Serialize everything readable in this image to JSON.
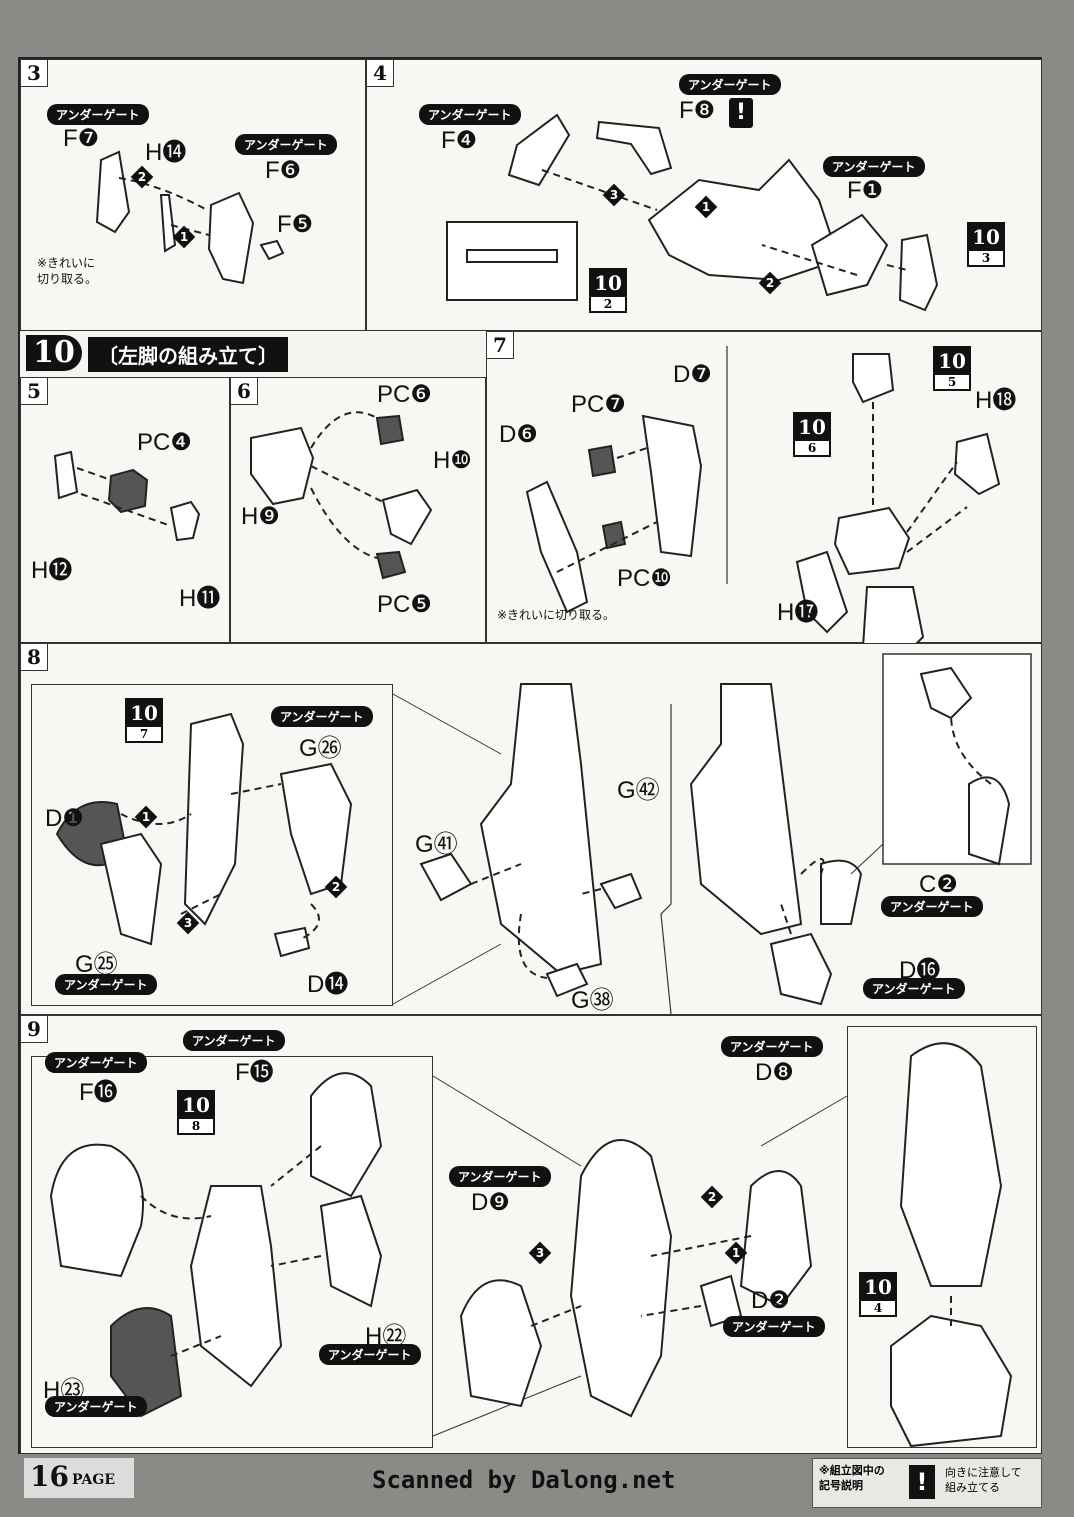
{
  "gate_label": "アンダーゲート",
  "section10": {
    "number": "10",
    "title": "〔左脚の組み立て〕"
  },
  "step3": {
    "num": "3",
    "parts": [
      "F❼",
      "H⓮",
      "F❻",
      "F❺"
    ],
    "note": "※きれいに\n切り取る。"
  },
  "step4": {
    "num": "4",
    "parts": [
      "F❽",
      "F❹",
      "F❶"
    ],
    "ref_a": {
      "top": "10",
      "bottom": "2"
    },
    "ref_b": {
      "top": "10",
      "bottom": "3"
    }
  },
  "step5": {
    "num": "5",
    "parts": [
      "PC❹",
      "H⓬",
      "H⓫"
    ]
  },
  "step6": {
    "num": "6",
    "parts": [
      "PC❻",
      "H❿",
      "H❾",
      "PC❺"
    ]
  },
  "step7": {
    "num": "7",
    "parts": [
      "PC❼",
      "D❼",
      "D❻",
      "PC❿",
      "H⓲",
      "H⓱"
    ],
    "note": "※きれいに切り取る。",
    "ref_a": {
      "top": "10",
      "bottom": "5"
    },
    "ref_b": {
      "top": "10",
      "bottom": "6"
    }
  },
  "step8": {
    "num": "8",
    "parts": [
      "G㉖",
      "D❶",
      "G㉕",
      "D⓮",
      "G㊷",
      "G㊶",
      "G㊳",
      "C❷",
      "D⓰"
    ],
    "ref": {
      "top": "10",
      "bottom": "7"
    }
  },
  "step9": {
    "num": "9",
    "parts": [
      "F⓯",
      "F⓰",
      "H㉒",
      "H㉓",
      "D❽",
      "D❾",
      "D❷"
    ],
    "ref_a": {
      "top": "10",
      "bottom": "8"
    },
    "ref_b": {
      "top": "10",
      "bottom": "4"
    }
  },
  "footer": {
    "page": "16",
    "page_suffix": "PAGE",
    "scanner": "Scanned by Dalong.net",
    "legend_title": "※組立図中の\n記号説明",
    "legend_icon": "!",
    "legend_text": "向きに注意して\n組み立てる"
  },
  "colors": {
    "page_bg": "#8a8a86",
    "sheet": "#f4f4f1",
    "ink": "#111111"
  }
}
